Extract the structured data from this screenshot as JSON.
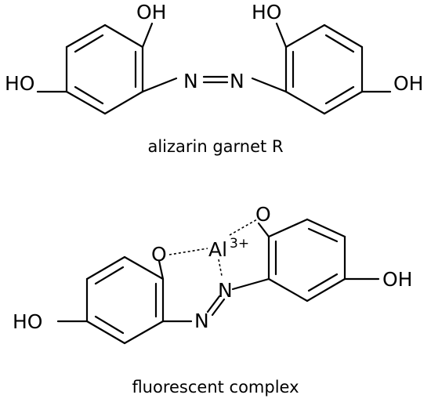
{
  "molecules": [
    {
      "caption": "alizarin garnet R",
      "atoms": {
        "oh_top_left": "OH",
        "ho_left": "HO",
        "azo_n1": "N",
        "azo_n2": "N",
        "ho_top_right": "HO",
        "oh_right": "OH"
      }
    },
    {
      "caption": "fluorescent complex",
      "atoms": {
        "o_left": "O",
        "o_right": "O",
        "al": "Al",
        "al_charge": "3+",
        "n_upper": "N",
        "n_lower": "N",
        "oh_right": "OH",
        "ho_left": "HO"
      }
    }
  ]
}
